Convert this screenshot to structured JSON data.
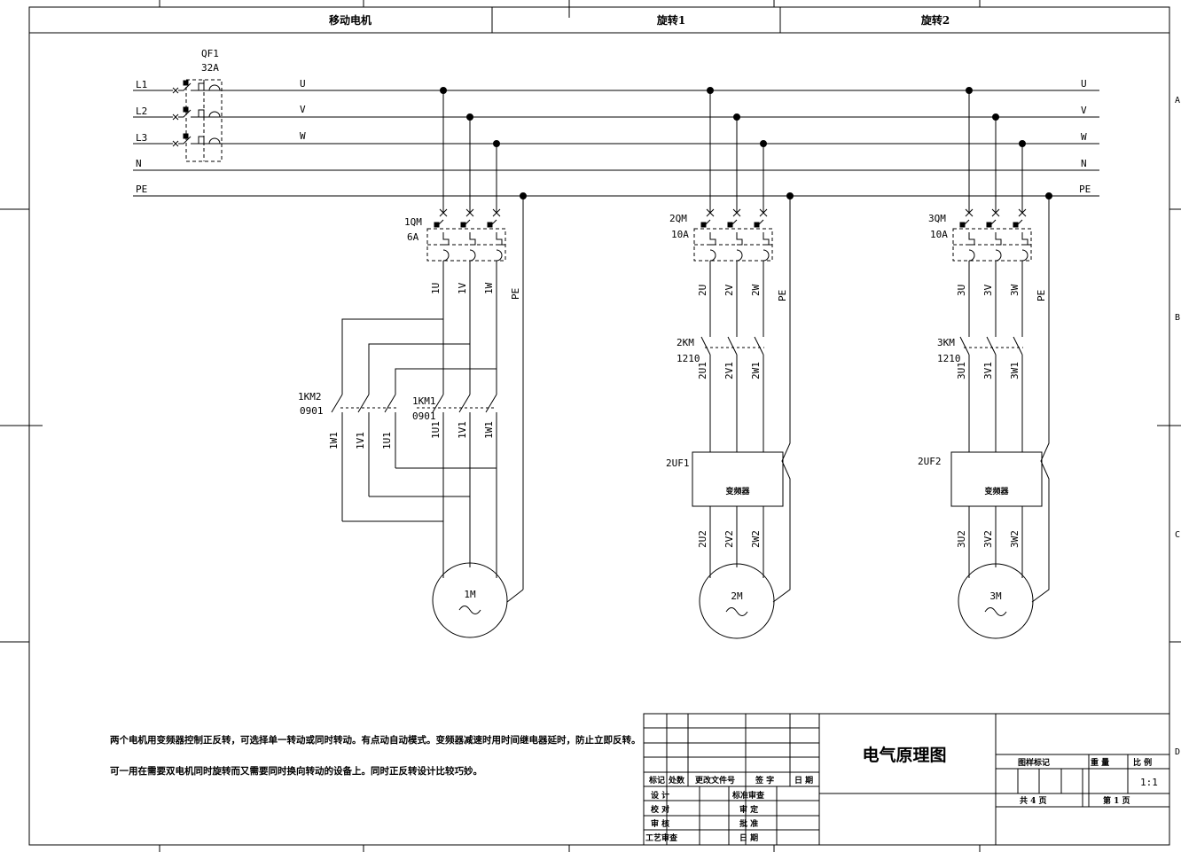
{
  "header": {
    "section_1": "移动电机",
    "section_2": "旋转1",
    "section_3": "旋转2"
  },
  "zone_marks": [
    "A",
    "B",
    "C",
    "D"
  ],
  "supply": {
    "breaker": "QF1",
    "rating": "32A",
    "inputs": [
      "L1",
      "L2",
      "L3",
      "N",
      "PE"
    ],
    "outputs": [
      "U",
      "V",
      "W",
      "N",
      "PE"
    ]
  },
  "branch_1": {
    "breaker": "1QM",
    "rating": "6A",
    "wires": [
      "1U",
      "1V",
      "1W",
      "PE"
    ],
    "contactor_rev": "1KM2",
    "contactor_rev_code": "0901",
    "contactor_fwd": "1KM1",
    "contactor_fwd_code": "0901",
    "rev_wires": [
      "1W1",
      "1V1",
      "1U1"
    ],
    "fwd_wires": [
      "1U1",
      "1V1",
      "1W1"
    ],
    "motor": "1M"
  },
  "branch_2": {
    "breaker": "2QM",
    "rating": "10A",
    "wires": [
      "2U",
      "2V",
      "2W",
      "PE"
    ],
    "contactor": "2KM",
    "contactor_code": "1210",
    "contactor_wires": [
      "2U1",
      "2V1",
      "2W1"
    ],
    "inverter_tag": "2UF1",
    "inverter_label": "变频器",
    "out_wires": [
      "2U2",
      "2V2",
      "2W2"
    ],
    "motor": "2M"
  },
  "branch_3": {
    "breaker": "3QM",
    "rating": "10A",
    "wires": [
      "3U",
      "3V",
      "3W",
      "PE"
    ],
    "contactor": "3KM",
    "contactor_code": "1210",
    "contactor_wires": [
      "3U1",
      "3V1",
      "3W1"
    ],
    "inverter_tag": "2UF2",
    "inverter_label": "变频器",
    "out_wires": [
      "3U2",
      "3V2",
      "3W2"
    ],
    "motor": "3M"
  },
  "notes": {
    "line_1": "两个电机用变频器控制正反转，可选择单一转动或同时转动。有点动自动模式。变频器减速时用时间继电器延时，防止立即反转。",
    "line_2": "可一用在需要双电机同时旋转而又需要同时换向转动的设备上。同时正反转设计比较巧妙。"
  },
  "title_block": {
    "title": "电气原理图",
    "mark": "标记",
    "count": "处数",
    "change_doc": "更改文件号",
    "signature": "签 字",
    "date": "日 期",
    "design": "设 计",
    "check": "校 对",
    "review": "审 核",
    "process": "工艺审查",
    "std_review": "标准审查",
    "approve_1": "审 定",
    "approve_2": "批 准",
    "date_2": "日 期",
    "drawing_mark": "图样标记",
    "weight": "重 量",
    "scale": "比 例",
    "scale_value": "1:1",
    "total_sheets": "共 4 页",
    "sheet_no": "第 1 页"
  }
}
